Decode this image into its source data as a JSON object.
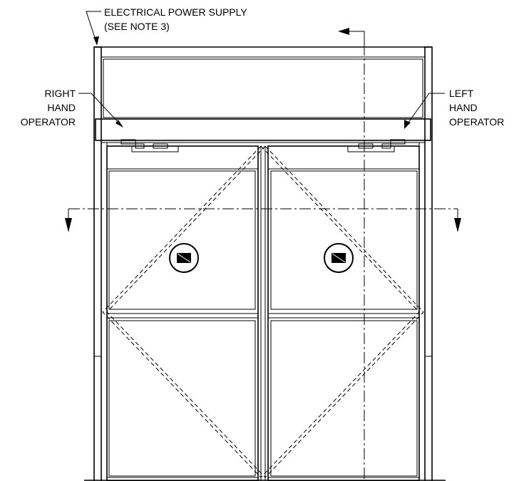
{
  "labels": {
    "power_line1": "ELECTRICAL POWER SUPPLY",
    "power_line2": "(SEE NOTE 3)",
    "right_op": [
      "RIGHT",
      "HAND",
      "OPERATOR"
    ],
    "left_op": [
      "LEFT",
      "HAND",
      "OPERATOR"
    ]
  }
}
